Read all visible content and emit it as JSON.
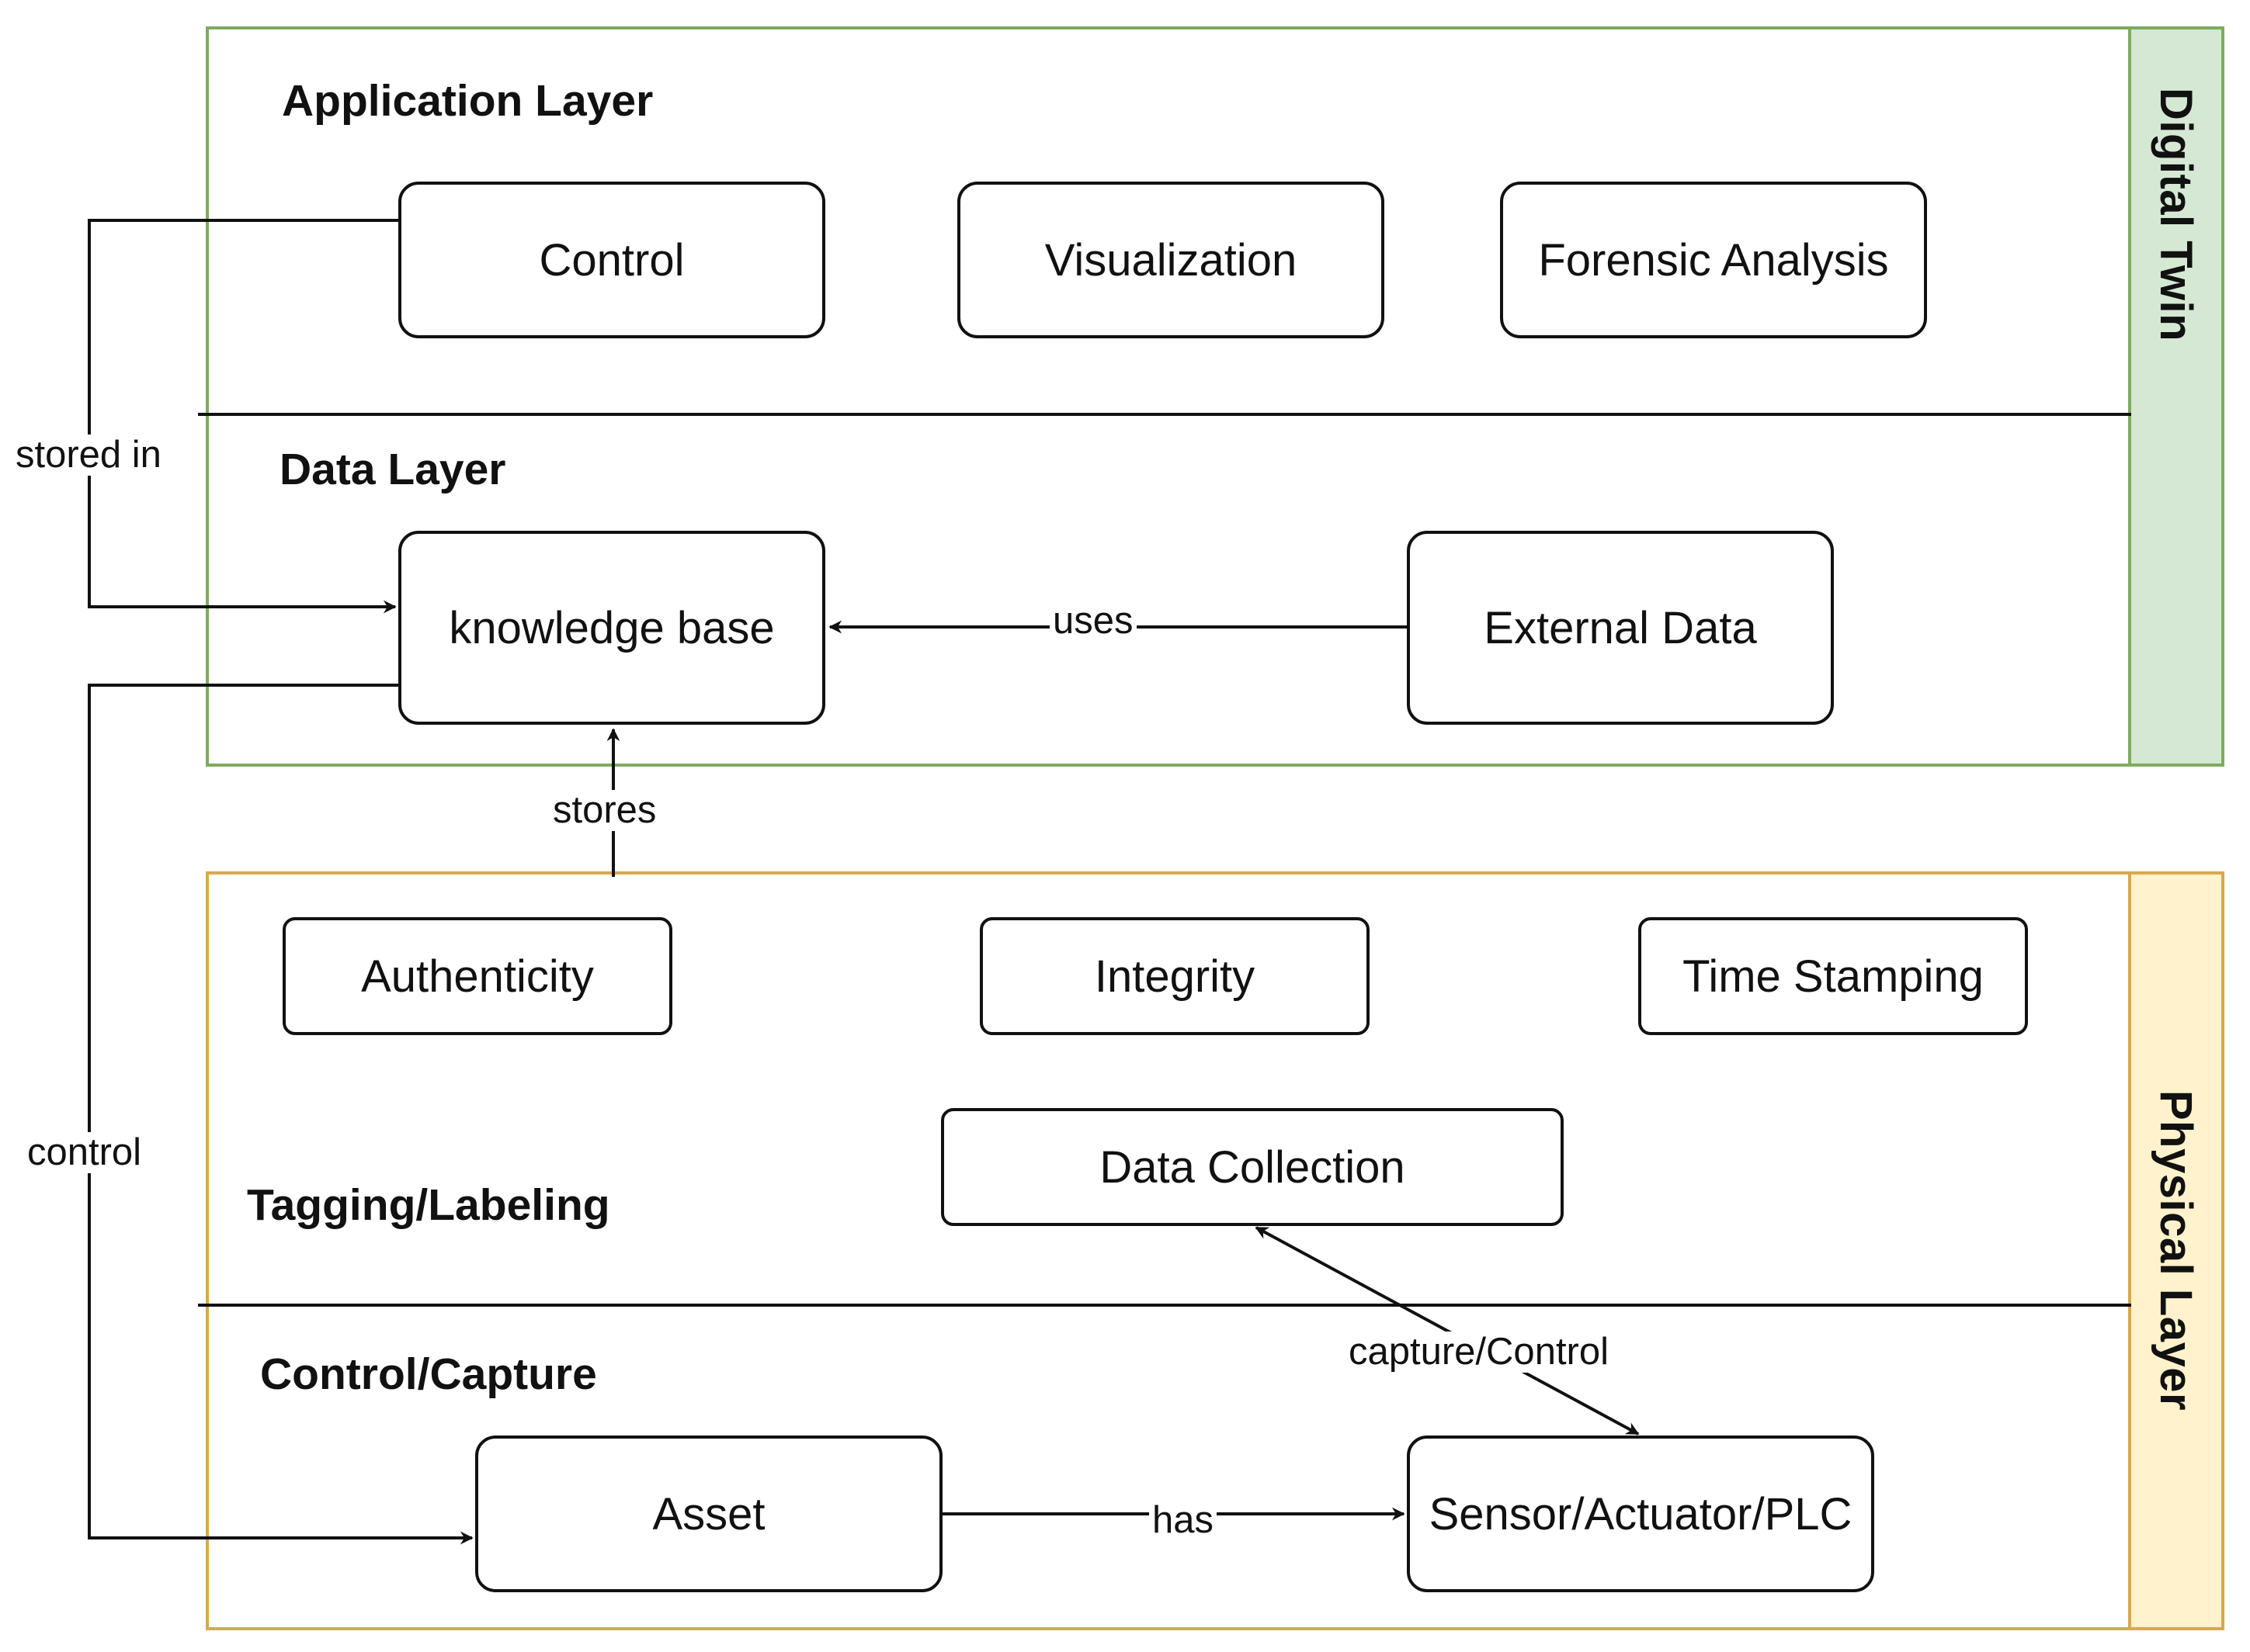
{
  "groups": {
    "digital_twin": {
      "label": "Digital Twin",
      "color_fill": "#d5e8d4",
      "color_border": "#7fab5e"
    },
    "physical_layer": {
      "label": "Physical Layer",
      "color_fill": "#fff2cc",
      "color_border": "#d8a94a"
    }
  },
  "layers": {
    "application": "Application Layer",
    "data": "Data Layer",
    "tagging": "Tagging/Labeling",
    "control_capture": "Control/Capture"
  },
  "nodes": {
    "control": "Control",
    "visualization": "Visualization",
    "forensic_analysis": "Forensic Analysis",
    "knowledge_base": "knowledge base",
    "external_data": "External Data",
    "authenticity": "Authenticity",
    "integrity": "Integrity",
    "time_stamping": "Time Stamping",
    "data_collection": "Data Collection",
    "asset": "Asset",
    "sensor": "Sensor/Actuator/PLC"
  },
  "edges": {
    "stored_in": "stored in",
    "uses": "uses",
    "stores": "stores",
    "control": "control",
    "capture_control": "capture/Control",
    "has": "has"
  }
}
